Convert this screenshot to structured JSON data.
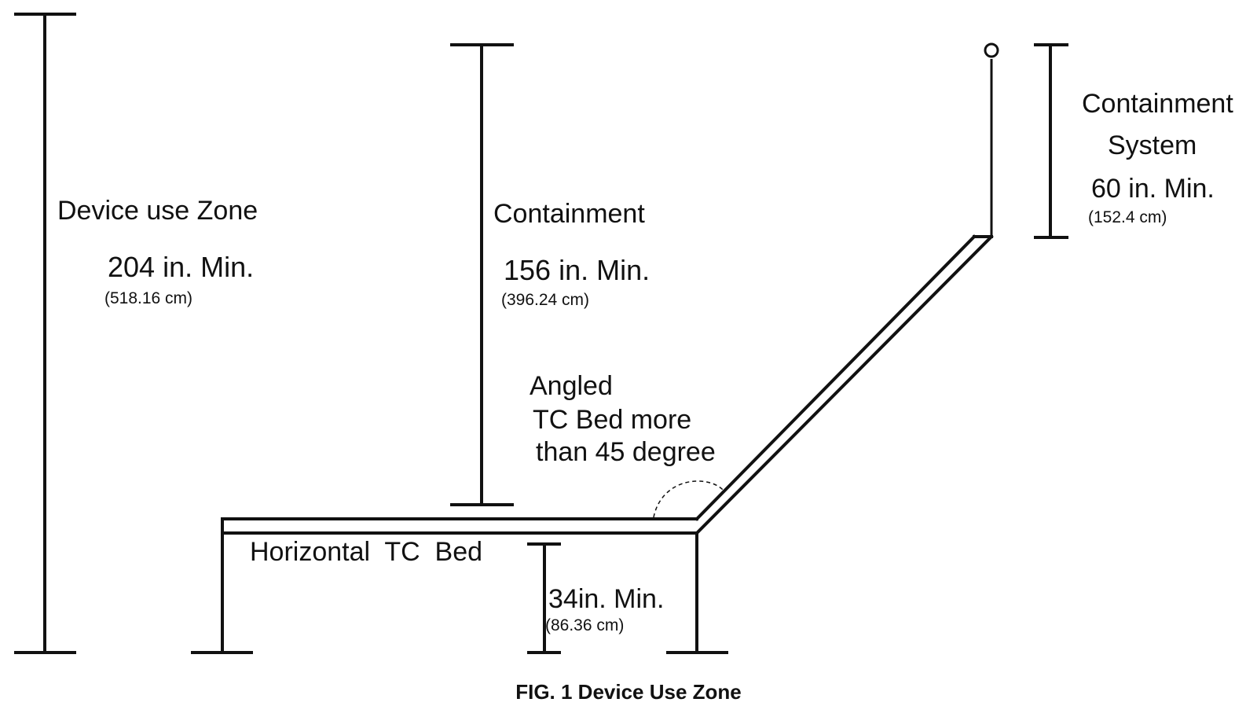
{
  "caption": "FIG. 1 Device Use Zone",
  "labels": {
    "device_use_zone": {
      "title": "Device use Zone",
      "value": "204 in. Min.",
      "metric": "(518.16 cm)"
    },
    "containment": {
      "title": "Containment",
      "value": "156 in. Min.",
      "metric": "(396.24 cm)"
    },
    "containment_system": {
      "title_line1": "Containment",
      "title_line2": "System",
      "value": "60 in. Min.",
      "metric": "(152.4 cm)"
    },
    "angled_bed": {
      "line1": "Angled",
      "line2": "TC Bed more",
      "line3": "than 45 degree"
    },
    "horizontal_bed": "Horizontal  TC  Bed",
    "bed_height": {
      "value": "34in. Min.",
      "metric": "(86.36 cm)"
    }
  }
}
